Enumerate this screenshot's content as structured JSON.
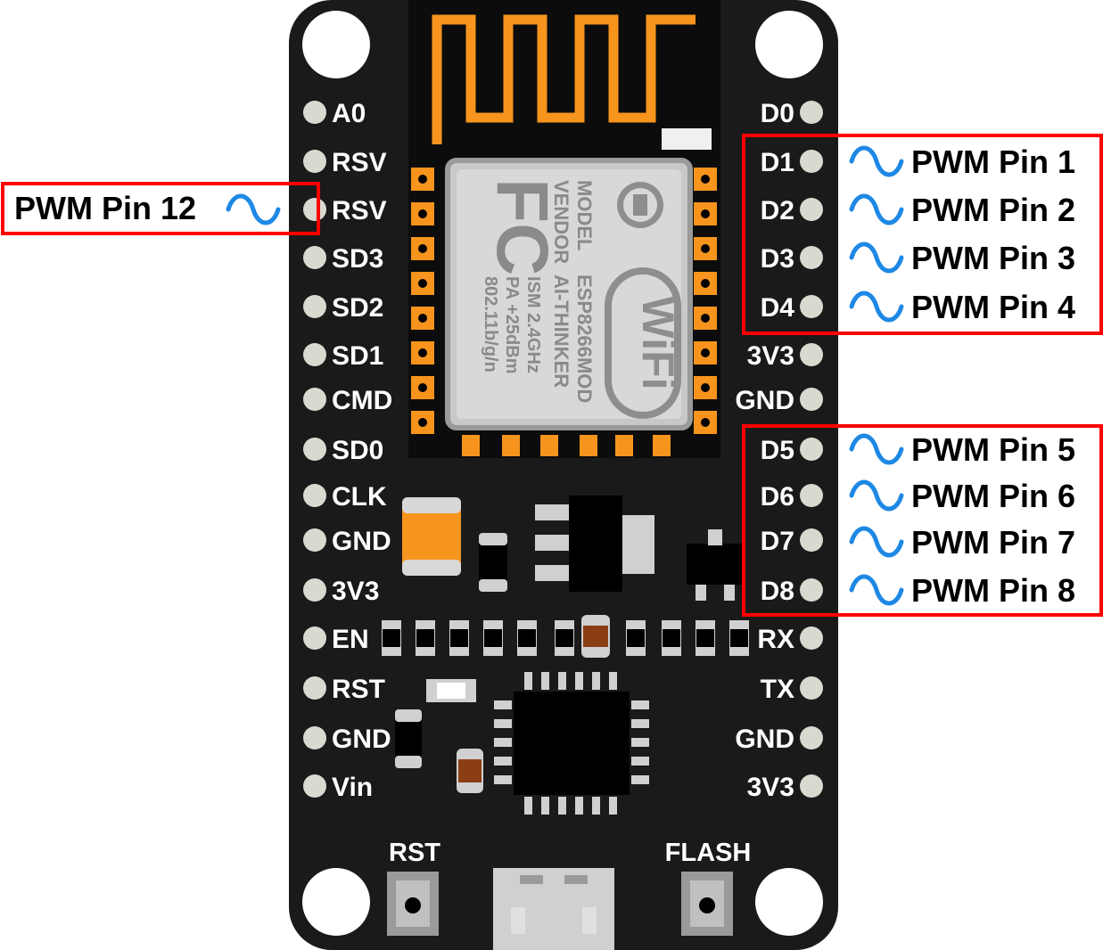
{
  "board": {
    "left_pins": [
      "A0",
      "RSV",
      "RSV",
      "SD3",
      "SD2",
      "SD1",
      "CMD",
      "SD0",
      "CLK",
      "GND",
      "3V3",
      "EN",
      "RST",
      "GND",
      "Vin"
    ],
    "right_pins": [
      "D0",
      "D1",
      "D2",
      "D3",
      "D4",
      "3V3",
      "GND",
      "D5",
      "D6",
      "D7",
      "D8",
      "RX",
      "TX",
      "GND",
      "3V3"
    ],
    "buttons": {
      "rst": "RST",
      "flash": "FLASH"
    },
    "module": {
      "fcc_logo": "FC",
      "model_lines": [
        "MODEL",
        "VENDOR"
      ],
      "detail_lines": [
        "ESP8266MOD",
        "AI-THINKER"
      ],
      "spec_lines": [
        "ISM 2.4GHz",
        "PA  +25dBm",
        "802.11b/g/n"
      ],
      "wifi_logo": "WiFi"
    }
  },
  "pwm": {
    "left": "PWM Pin 12",
    "right_top": [
      "PWM Pin 1",
      "PWM Pin 2",
      "PWM Pin 3",
      "PWM Pin 4"
    ],
    "right_bottom": [
      "PWM Pin 5",
      "PWM Pin 6",
      "PWM Pin 7",
      "PWM Pin 8"
    ]
  },
  "colors": {
    "board": "#1a1a1a",
    "antenna": "#f7941d",
    "highlight_box": "#ff0000",
    "wave": "#1e88e5",
    "pin": "#d9d9d0"
  }
}
